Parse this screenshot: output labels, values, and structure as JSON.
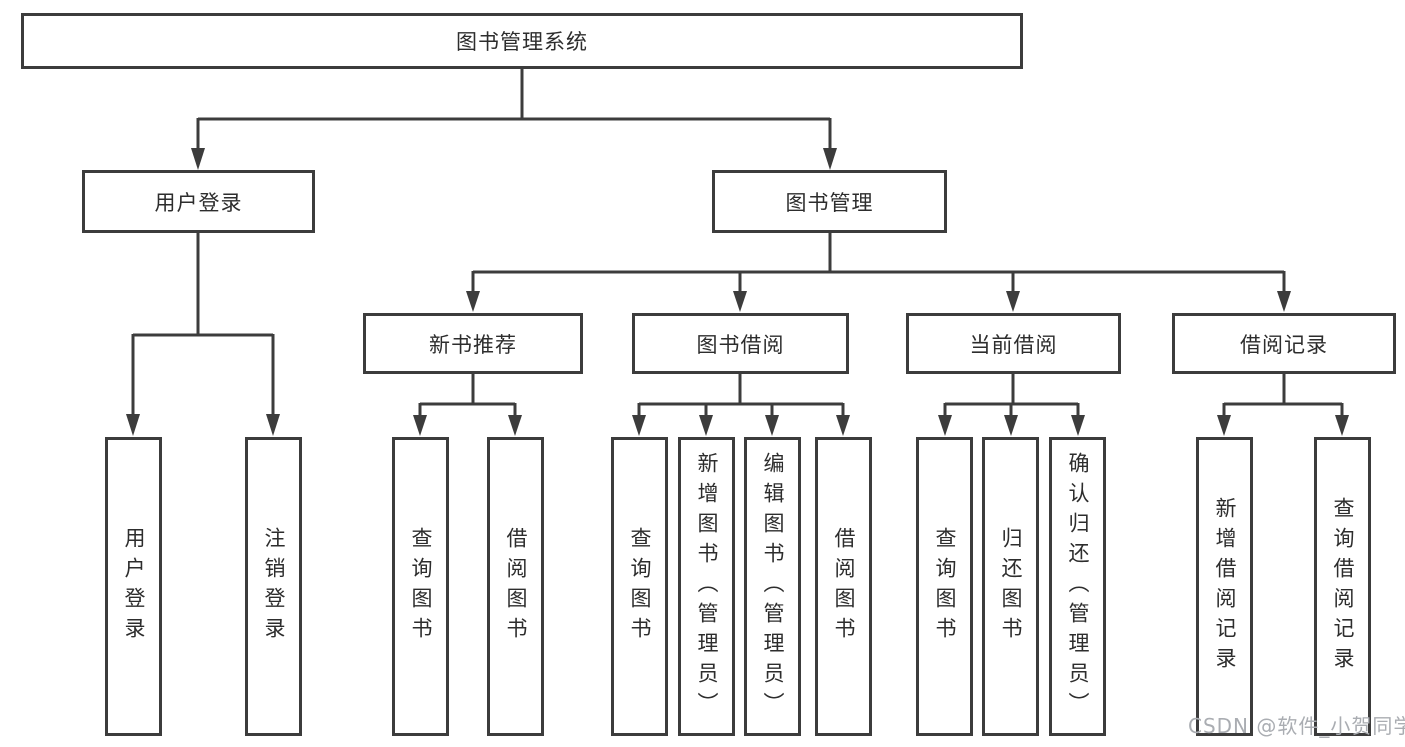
{
  "diagram": {
    "tree": {
      "label": "图书管理系统",
      "children": [
        {
          "label": "用户登录",
          "children": [
            {
              "label": "用户登录"
            },
            {
              "label": "注销登录"
            }
          ]
        },
        {
          "label": "图书管理",
          "children": [
            {
              "label": "新书推荐",
              "children": [
                {
                  "label": "查询图书"
                },
                {
                  "label": "借阅图书"
                }
              ]
            },
            {
              "label": "图书借阅",
              "children": [
                {
                  "label": "查询图书"
                },
                {
                  "label": "新增图书（管理员）"
                },
                {
                  "label": "编辑图书（管理员）"
                },
                {
                  "label": "借阅图书"
                }
              ]
            },
            {
              "label": "当前借阅",
              "children": [
                {
                  "label": "查询图书"
                },
                {
                  "label": "归还图书"
                },
                {
                  "label": "确认归还（管理员）"
                }
              ]
            },
            {
              "label": "借阅记录",
              "children": [
                {
                  "label": "新增借阅记录"
                },
                {
                  "label": "查询借阅记录"
                }
              ]
            }
          ]
        }
      ]
    },
    "watermark": "CSDN @软件_小贺同学",
    "colors": {
      "line": "#3c3c3c",
      "text": "#2d2d2d",
      "watermark": "#aaadb2",
      "background": "#ffffff"
    }
  }
}
